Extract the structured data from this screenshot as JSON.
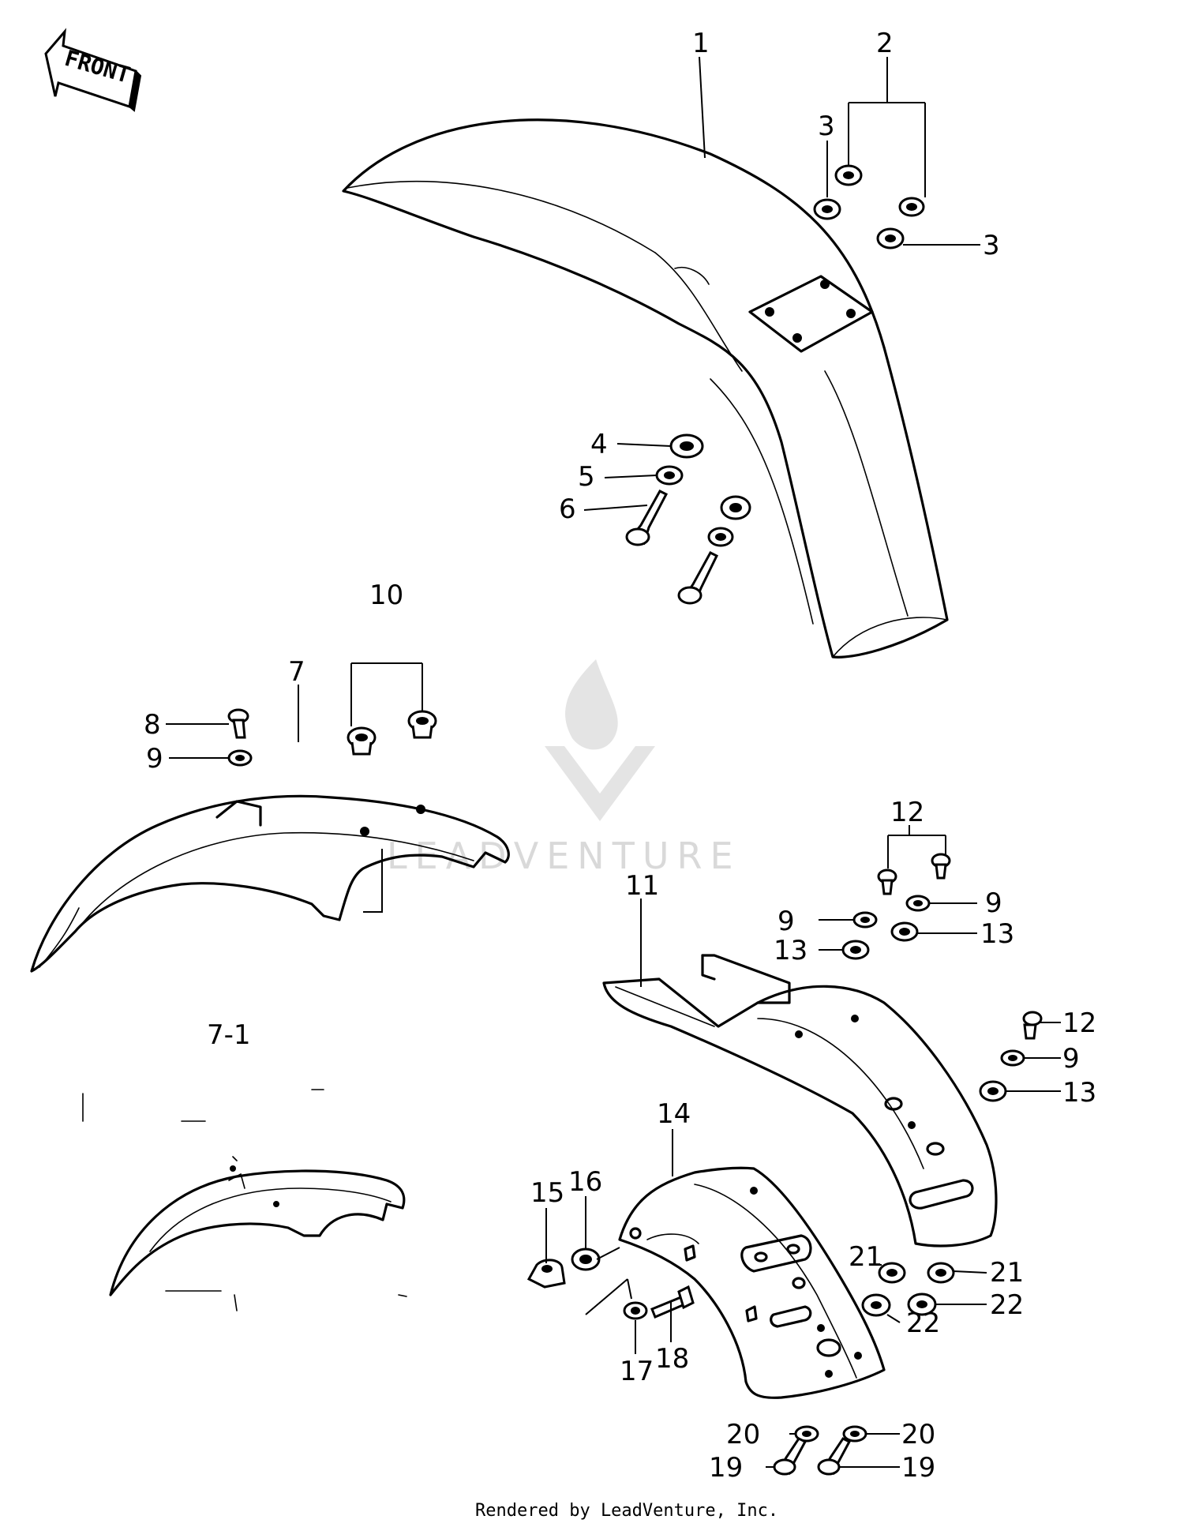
{
  "front_arrow": {
    "label": "FRONT"
  },
  "watermark": {
    "text": "LEADVENTURE"
  },
  "labels": {
    "l1": "1",
    "l2": "2",
    "l3a": "3",
    "l3b": "3",
    "l4": "4",
    "l5": "5",
    "l6": "6",
    "l7": "7",
    "l7_1": "7-1",
    "l8": "8",
    "l9a": "9",
    "l9b": "9",
    "l9c": "9",
    "l9d": "9",
    "l10": "10",
    "l11": "11",
    "l12a": "12",
    "l12b": "12",
    "l13a": "13",
    "l13b": "13",
    "l13c": "13",
    "l14": "14",
    "l15": "15",
    "l16": "16",
    "l17": "17",
    "l18": "18",
    "l19a": "19",
    "l19b": "19",
    "l20a": "20",
    "l20b": "20",
    "l21a": "21",
    "l21b": "21",
    "l22a": "22",
    "l22b": "22"
  },
  "footer": {
    "credit": "Rendered by LeadVenture, Inc."
  }
}
